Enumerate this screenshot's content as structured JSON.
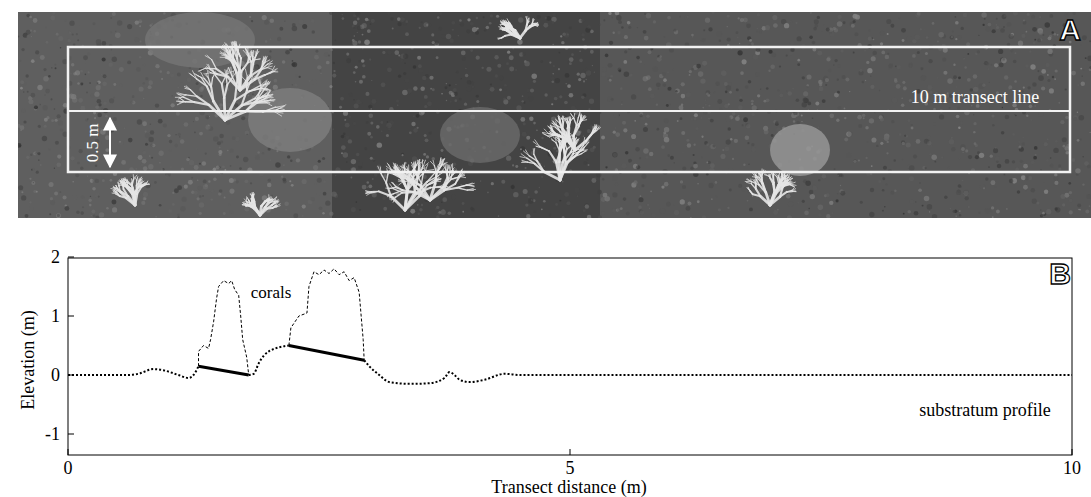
{
  "diagram": {
    "labels": [
      "A",
      "0.5 m",
      "10 m transect line",
      "B",
      "2",
      "1",
      "0",
      "-1",
      "corals",
      "substratum profile",
      "0",
      "5",
      "10",
      "Elevation (m)",
      "Transect distance (m)"
    ]
  }
}
